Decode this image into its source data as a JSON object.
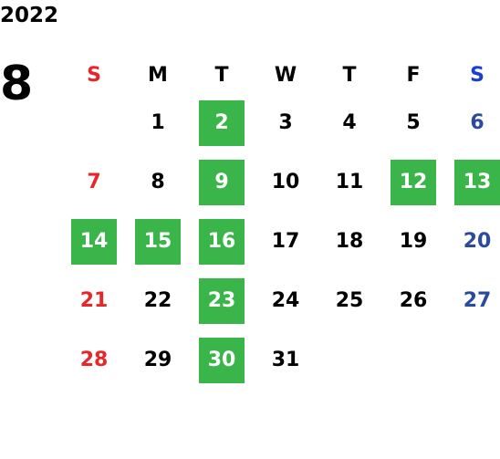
{
  "header": {
    "year": "2022",
    "month": "8"
  },
  "colors": {
    "sunday": "#e8262a",
    "saturday_header": "#1a3fd1",
    "saturday": "#2a4a9e",
    "weekday": "#000000",
    "highlight_bg": "#3ab54a",
    "highlight_text": "#ffffff"
  },
  "weekdays": [
    {
      "label": "S",
      "type": "sunday"
    },
    {
      "label": "M",
      "type": "weekday"
    },
    {
      "label": "T",
      "type": "weekday"
    },
    {
      "label": "W",
      "type": "weekday"
    },
    {
      "label": "T",
      "type": "weekday"
    },
    {
      "label": "F",
      "type": "weekday"
    },
    {
      "label": "S",
      "type": "saturday_header"
    }
  ],
  "weeks": [
    [
      null,
      {
        "day": "1"
      },
      {
        "day": "2",
        "hl": true
      },
      {
        "day": "3"
      },
      {
        "day": "4"
      },
      {
        "day": "5"
      },
      {
        "day": "6"
      }
    ],
    [
      {
        "day": "7"
      },
      {
        "day": "8"
      },
      {
        "day": "9",
        "hl": true
      },
      {
        "day": "10"
      },
      {
        "day": "11"
      },
      {
        "day": "12",
        "hl": true
      },
      {
        "day": "13",
        "hl": true
      }
    ],
    [
      {
        "day": "14",
        "hl": true
      },
      {
        "day": "15",
        "hl": true
      },
      {
        "day": "16",
        "hl": true
      },
      {
        "day": "17"
      },
      {
        "day": "18"
      },
      {
        "day": "19"
      },
      {
        "day": "20"
      }
    ],
    [
      {
        "day": "21"
      },
      {
        "day": "22"
      },
      {
        "day": "23",
        "hl": true
      },
      {
        "day": "24"
      },
      {
        "day": "25"
      },
      {
        "day": "26"
      },
      {
        "day": "27"
      }
    ],
    [
      {
        "day": "28"
      },
      {
        "day": "29"
      },
      {
        "day": "30",
        "hl": true
      },
      {
        "day": "31"
      },
      null,
      null,
      null
    ]
  ]
}
